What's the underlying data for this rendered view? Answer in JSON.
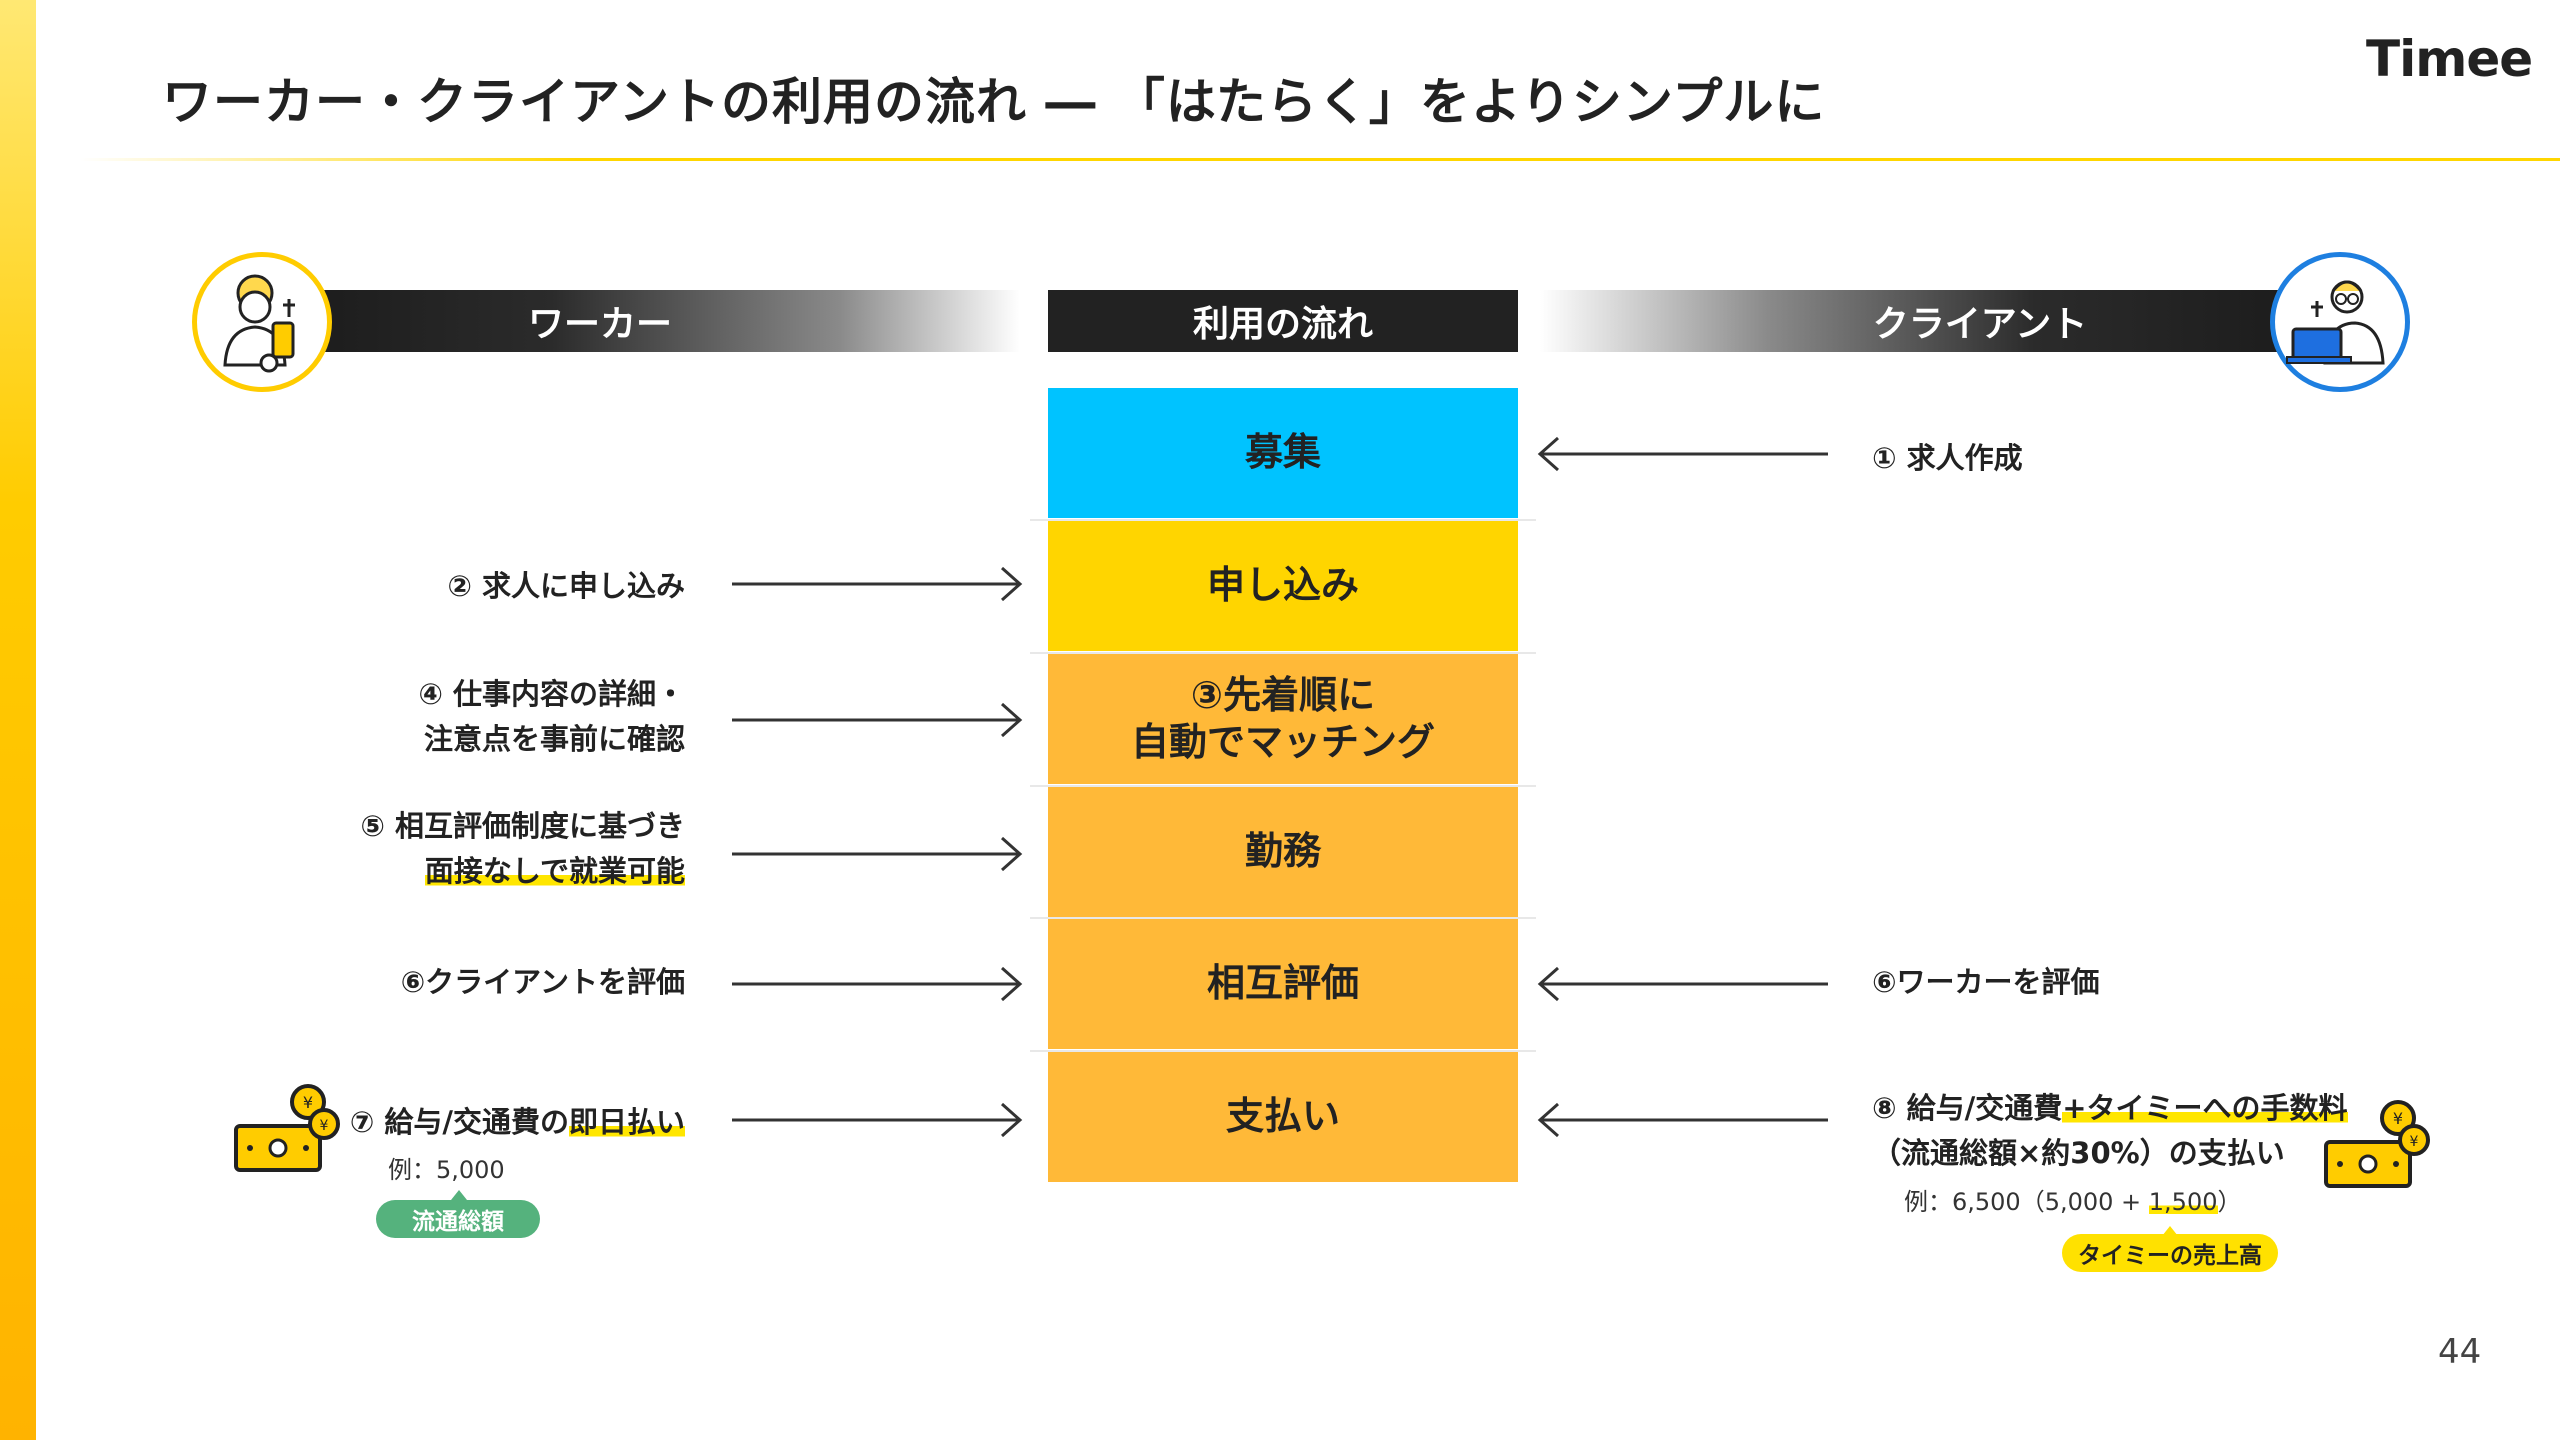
{
  "title": "ワーカー・クライアントの利用の流れ ― 「はたらく」をよりシンプルに",
  "logo": "Timee",
  "page_number": "44",
  "headers": {
    "worker": "ワーカー",
    "flow": "利用の流れ",
    "client": "クライアント"
  },
  "steps": [
    {
      "label": "募集",
      "color": "#00C3FF"
    },
    {
      "label": "申し込み",
      "color": "#FFD500"
    },
    {
      "label": "③先着順に\n自動でマッチング",
      "color": "#FFB938"
    },
    {
      "label": "勤務",
      "color": "#FFB938"
    },
    {
      "label": "相互評価",
      "color": "#FFB938"
    },
    {
      "label": "支払い",
      "color": "#FFB938"
    }
  ],
  "worker_actions": {
    "apply": "② 求人に申し込み",
    "check_line1": "④ 仕事内容の詳細・",
    "check_line2": "注意点を事前に確認",
    "interview_line1": "⑤ 相互評価制度に基づき",
    "interview_line2": "面接なしで就業可能",
    "review": "⑥クライアントを評価",
    "pay_prefix": "⑦ 給与/交通費の",
    "pay_highlight": "即日払い",
    "pay_example": "例：5,000",
    "pay_tag": "流通総額"
  },
  "client_actions": {
    "post": "① 求人作成",
    "review": "⑥ワーカーを評価",
    "pay_prefix": "⑧ 給与/交通費",
    "pay_highlight": "+タイミーへの手数料",
    "pay_line2": "（流通総額×約30%）の支払い",
    "pay_example_prefix": "例：6,500（5,000 + ",
    "pay_example_highlight": "1,500",
    "pay_example_suffix": "）",
    "pay_tag": "タイミーの売上高"
  },
  "colors": {
    "accent_yellow": "#FFD600",
    "worker_ring": "#FFCC00",
    "client_ring": "#1E7FE0",
    "tag_green": "#55B27D"
  }
}
